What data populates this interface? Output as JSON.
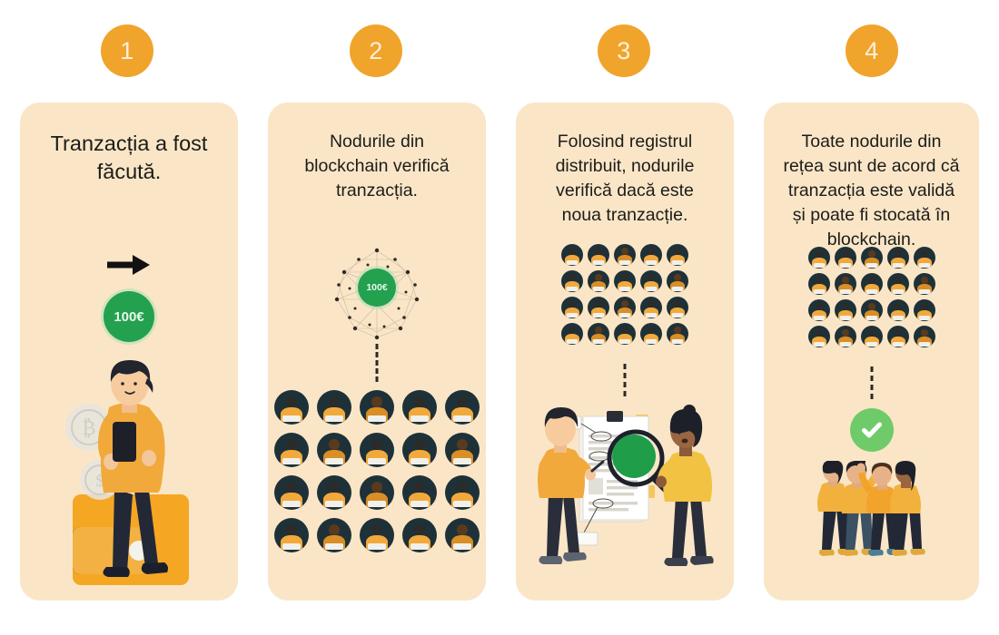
{
  "document": {
    "type": "infographic",
    "language": "ro",
    "background_color": "#FFFFFF",
    "panel_color": "#FAE6C7",
    "accent_color": "#F0A42C",
    "green_color": "#23A14F",
    "check_color": "#6FCB6A",
    "text_color": "#1C1C1A"
  },
  "steps": [
    {
      "number": "1",
      "title": "Tranzacția a fost făcută.",
      "title_lines": [
        "Tranzacția a fost",
        "făcută."
      ],
      "coin_label": "100€",
      "graphics": [
        "arrow-right-icon",
        "green-coin",
        "person-with-phone-and-wallet"
      ]
    },
    {
      "number": "2",
      "title": "Nodurile din blockchain verifică tranzacția.",
      "title_lines": [
        "Nodurile din",
        "blockchain verifică",
        "tranzacția."
      ],
      "coin_label": "100€",
      "graphics": [
        "network-mesh-with-coin",
        "dashed-connector",
        "node-avatar-grid"
      ],
      "avatar_grid": {
        "rows": 4,
        "cols": 5,
        "count": 20
      }
    },
    {
      "number": "3",
      "title": "Folosind registrul distribuit, nodurile verifică dacă este noua tranzacție.",
      "title_lines": [
        "Folosind registrul",
        "distribuit, nodurile",
        "verifică dacă este",
        "noua tranzacție."
      ],
      "graphics": [
        "node-avatar-grid",
        "dashed-connector",
        "two-people-inspecting-document"
      ],
      "avatar_grid": {
        "rows": 4,
        "cols": 5,
        "count": 20
      }
    },
    {
      "number": "4",
      "title": "Toate nodurile din rețea sunt de acord că tranzacția este validă și poate fi stocată în blockchain.",
      "title_lines": [
        "Toate nodurile din",
        "rețea sunt de acord că",
        "tranzacția este validă",
        "și poate fi stocată în",
        "blockchain."
      ],
      "graphics": [
        "node-avatar-grid",
        "dashed-connector",
        "green-check-circle",
        "celebrating-team"
      ],
      "avatar_grid": {
        "rows": 4,
        "cols": 5,
        "count": 20
      }
    }
  ]
}
